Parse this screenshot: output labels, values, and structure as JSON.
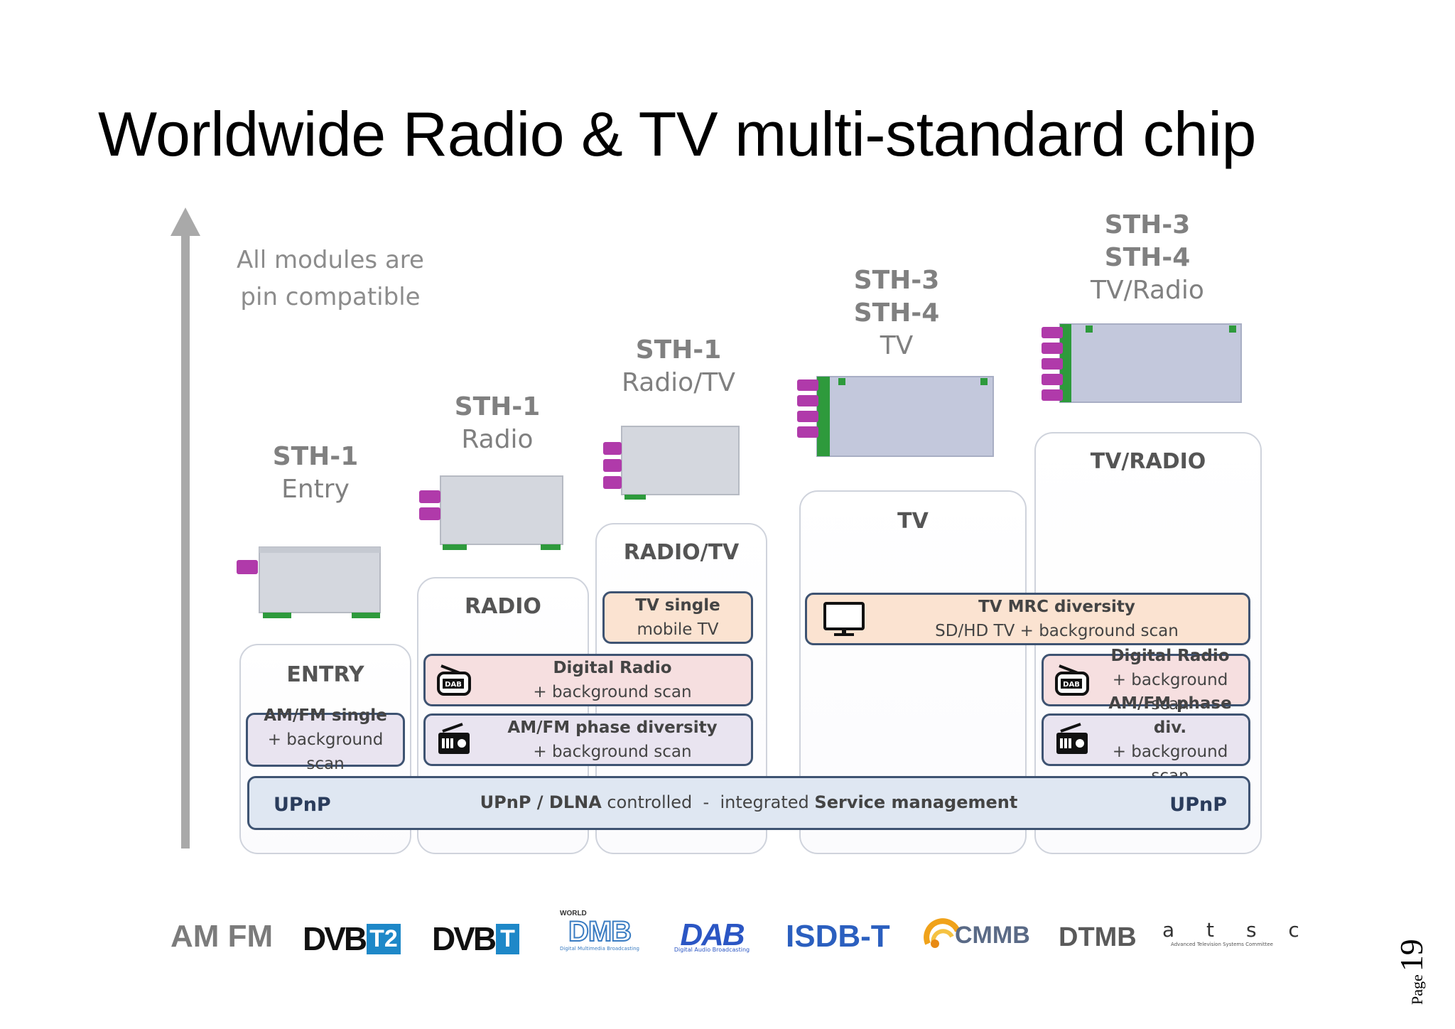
{
  "title": "Worldwide Radio & TV multi-standard chip",
  "note": [
    "All modules are",
    "pin compatible"
  ],
  "products": [
    {
      "name": "STH-1",
      "sub": "Entry"
    },
    {
      "name": "STH-1",
      "sub": "Radio"
    },
    {
      "name": "STH-1",
      "sub": "Radio/TV"
    },
    {
      "name1": "STH-3",
      "name2": "STH-4",
      "sub": "TV"
    },
    {
      "name1": "STH-3",
      "name2": "STH-4",
      "sub": "TV/Radio"
    }
  ],
  "columns": {
    "entry": "ENTRY",
    "radio": "RADIO",
    "radiotv": "RADIO/TV",
    "tv": "TV",
    "tvradio": "TV/RADIO"
  },
  "features": {
    "amfm_single": {
      "title": "AM/FM single",
      "sub": "+ background scan"
    },
    "digital_radio": {
      "title": "Digital Radio",
      "sub": "+ background scan"
    },
    "amfm_phase": {
      "title": "AM/FM phase diversity",
      "sub": "+ background scan"
    },
    "tv_single": {
      "title": "TV single",
      "sub": "mobile TV"
    },
    "tv_mrc": {
      "title": "TV MRC diversity",
      "sub": "SD/HD TV + background scan"
    },
    "digital_radio2": {
      "title": "Digital Radio",
      "sub": "+ background scan"
    },
    "amfm_phase_div": {
      "title": "AM/FM phase div.",
      "sub": "+ background scan"
    }
  },
  "upnp_bar": {
    "left_logo": "UPnP",
    "right_logo": "UPnP",
    "part1": "UPnP / DLNA",
    "part2": "controlled",
    "sep": "-",
    "part3": "integrated",
    "part4": "Service management"
  },
  "logos": {
    "amfm": "AM FM",
    "dvbt2_a": "DVB",
    "dvbt2_b": "T2",
    "dvbt_a": "DVB",
    "dvbt_b": "T",
    "dmb_top": "WORLD",
    "dmb": "DMB",
    "dmb_sub": "Digital Multimedia Broadcasting",
    "dab": "DAB",
    "dab_sub": "Digital Audio Broadcasting",
    "isdbt": "ISDB-T",
    "cmmb": "CMMB",
    "dtmb": "DTMB",
    "atsc": "a t s c",
    "atsc_sub": "Advanced Television Systems Committee"
  },
  "page": {
    "label": "Page",
    "number": "19"
  },
  "colors": {
    "frame": "#3e5372",
    "magenta": "#b03aaa",
    "board": "#cfd3dc",
    "tvboard": "#c3c8dc",
    "pcb": "#2e9a3c"
  }
}
